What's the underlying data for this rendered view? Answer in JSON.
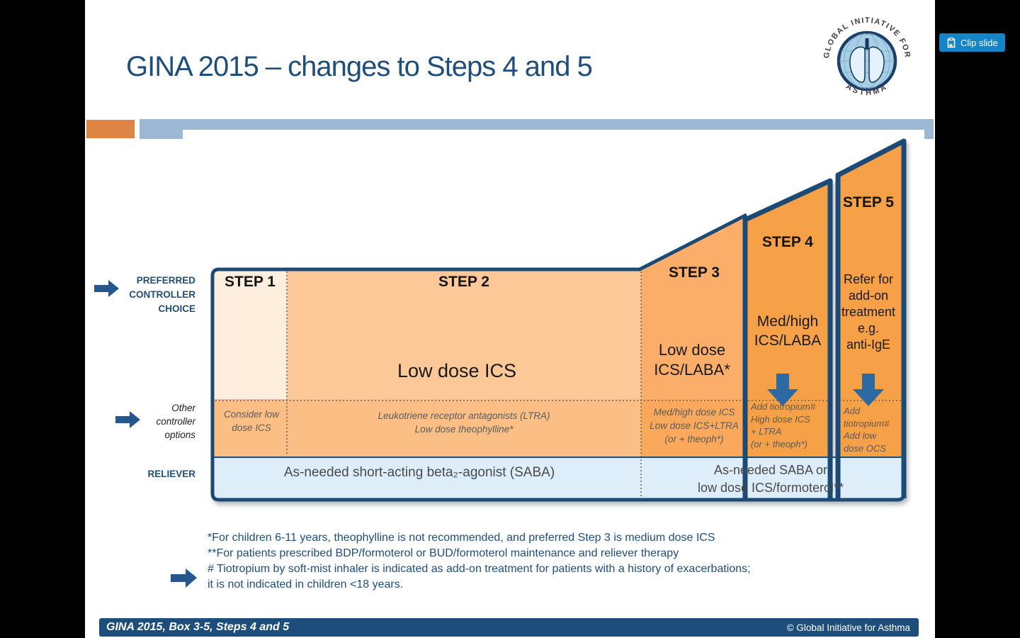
{
  "viewer": {
    "clip_button_label": "Clip slide"
  },
  "slide": {
    "title": "GINA 2015 – changes to Steps 4 and 5",
    "logo": {
      "arc_top": "GLOBAL INITIATIVE FOR",
      "arc_bottom": "ASTHMA"
    },
    "row_labels": {
      "preferred": "PREFERRED\nCONTROLLER\nCHOICE",
      "other": "Other\ncontroller\noptions",
      "reliever": "RELIEVER"
    },
    "steps": [
      {
        "header": "STEP 1",
        "preferred": "",
        "other": "Consider low\ndose ICS"
      },
      {
        "header": "STEP 2",
        "preferred": "Low dose ICS",
        "other": "Leukotriene receptor antagonists (LTRA)\nLow dose theophylline*"
      },
      {
        "header": "STEP 3",
        "preferred": "Low dose\nICS/LABA*",
        "other": "Med/high dose ICS\nLow dose ICS+LTRA\n(or + theoph*)"
      },
      {
        "header": "STEP 4",
        "preferred": "Med/high\nICS/LABA",
        "other": "Add tiotropium#\nHigh dose ICS\n+ LTRA\n(or + theoph*)"
      },
      {
        "header": "STEP 5",
        "preferred": "Refer for\nadd-on\ntreatment\ne.g.\nanti-IgE",
        "other": "Add\ntiotropium#\nAdd low\ndose OCS"
      }
    ],
    "reliever": {
      "left": "As-needed short-acting beta₂-agonist (SABA)",
      "right": "As-needed SABA or\nlow dose ICS/formoterol**"
    },
    "footnotes": "*For children 6-11 years, theophylline is not recommended, and preferred Step 3 is medium dose ICS\n**For patients prescribed BDP/formoterol or BUD/formoterol maintenance and reliever therapy\n# Tiotropium by soft-mist inhaler is indicated as add-on treatment for patients with a history of exacerbations;\nit is not indicated in children <18 years.",
    "footer": {
      "left": "GINA 2015, Box 3-5, Steps 4 and 5",
      "right": "© Global Initiative for Asthma"
    },
    "colors": {
      "navy_border": "#1d4a74",
      "title_blue": "#1e4e7c",
      "step1_fill": "#fdeedd",
      "step2_fill": "#fcc897",
      "step3_fill": "#faae69",
      "step45_fill": "#f6a047",
      "other_row_fill": "#fbbf85",
      "reliever_fill": "#ddeefa",
      "arrow_blue": "#2d6aa3",
      "band_blue": "#9cb8d5",
      "band_orange": "#dd8545",
      "clip_button_blue": "#1485c8"
    }
  }
}
